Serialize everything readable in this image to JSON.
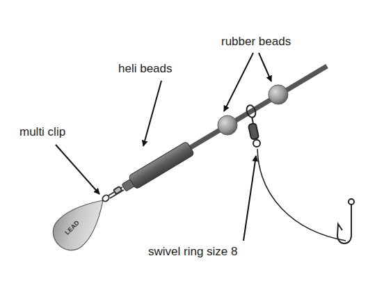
{
  "diagram": {
    "labels": [
      "rubber beads",
      "heli beads",
      "multi clip",
      "swivel ring size 8",
      "LEAD"
    ]
  }
}
